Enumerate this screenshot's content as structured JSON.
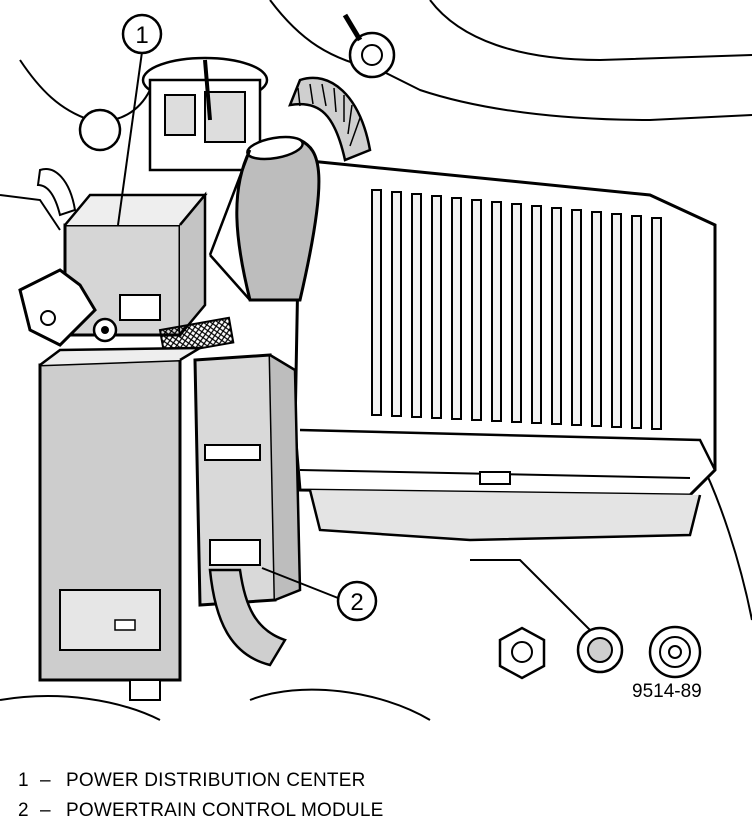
{
  "callouts": [
    {
      "number": "1",
      "label": "POWER DISTRIBUTION CENTER"
    },
    {
      "number": "2",
      "label": "POWERTRAIN CONTROL MODULE"
    }
  ],
  "legend_separator": "–",
  "figure_id": "9514-89"
}
